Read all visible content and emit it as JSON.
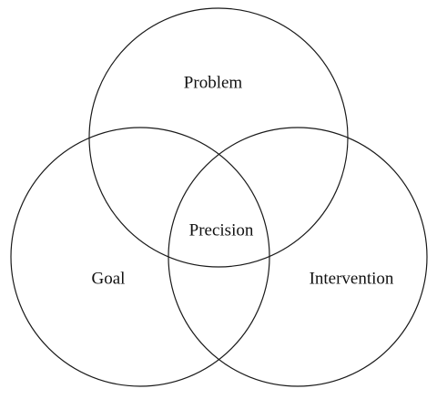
{
  "diagram": {
    "circles": [
      {
        "id": "problem",
        "label": "Problem"
      },
      {
        "id": "goal",
        "label": "Goal"
      },
      {
        "id": "intervention",
        "label": "Intervention"
      }
    ],
    "center_label": "Precision",
    "colors": {
      "stroke": "#1a1a1a",
      "text": "#111111",
      "background": "#ffffff"
    }
  }
}
